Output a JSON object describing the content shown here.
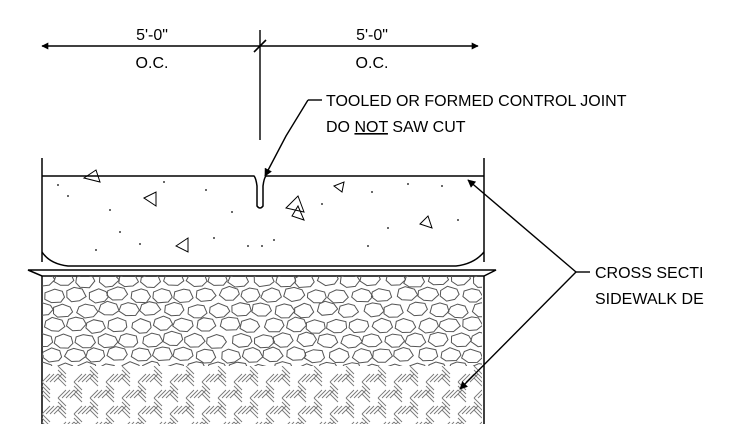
{
  "dimensions": {
    "left_spacing": "5'-0\"",
    "left_unit": "O.C.",
    "right_spacing": "5'-0\"",
    "right_unit": "O.C."
  },
  "callouts": {
    "joint_line1": "TOOLED OR FORMED CONTROL JOINT",
    "joint_line2_pre": "DO ",
    "joint_line2_underlined": "NOT",
    "joint_line2_post": " SAW CUT",
    "section_line1": "CROSS SECTI",
    "section_line2": "SIDEWALK DE"
  },
  "colors": {
    "line": "#000000",
    "aggregate": "#555555",
    "hatch": "#777777"
  }
}
